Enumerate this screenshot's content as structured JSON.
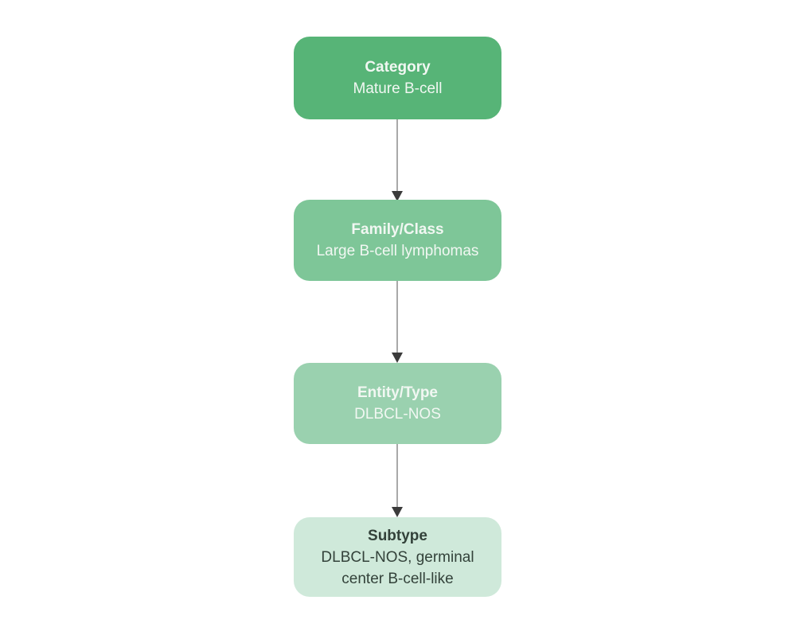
{
  "diagram": {
    "type": "flowchart",
    "direction": "top-down",
    "background": "#ffffff",
    "arrow_color": "#8c8c8c",
    "arrowhead_color": "#3b3b3b",
    "nodes": [
      {
        "level": "Category",
        "value": "Mature B-cell",
        "bg": "#57b477",
        "text": "#f1f7f2"
      },
      {
        "level": "Family/Class",
        "value": "Large B-cell lymphomas",
        "bg": "#7ec698",
        "text": "#f1f7f2"
      },
      {
        "level": "Entity/Type",
        "value": "DLBCL-NOS",
        "bg": "#9ad1af",
        "text": "#f1f7f2"
      },
      {
        "level": "Subtype",
        "value": "DLBCL-NOS, germinal center B-cell-like",
        "bg": "#cfe9da",
        "text": "#33423a"
      }
    ],
    "edges": [
      {
        "from": 0,
        "to": 1
      },
      {
        "from": 1,
        "to": 2
      },
      {
        "from": 2,
        "to": 3
      }
    ]
  }
}
